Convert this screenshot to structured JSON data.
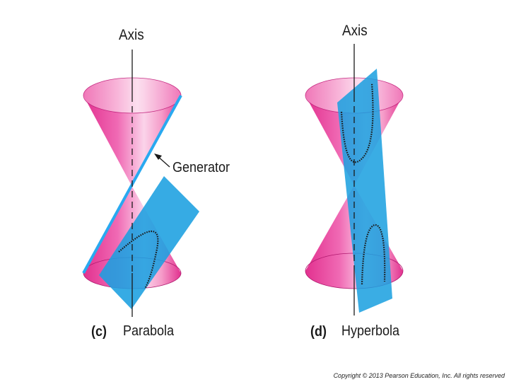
{
  "colors": {
    "cone_fill": "#ec4ea6",
    "cone_highlight": "#fbd4ea",
    "plane_fill": "#1a9fe0",
    "generator_line": "#29a9f0"
  },
  "panel_c": {
    "axis_label": "Axis",
    "generator_label": "Generator",
    "caption_letter": "(c)",
    "caption_name": "Parabola"
  },
  "panel_d": {
    "axis_label": "Axis",
    "caption_letter": "(d)",
    "caption_name": "Hyperbola"
  },
  "footer": {
    "copyright": "Copyright © 2013 Pearson Education, Inc. All rights reserved"
  }
}
